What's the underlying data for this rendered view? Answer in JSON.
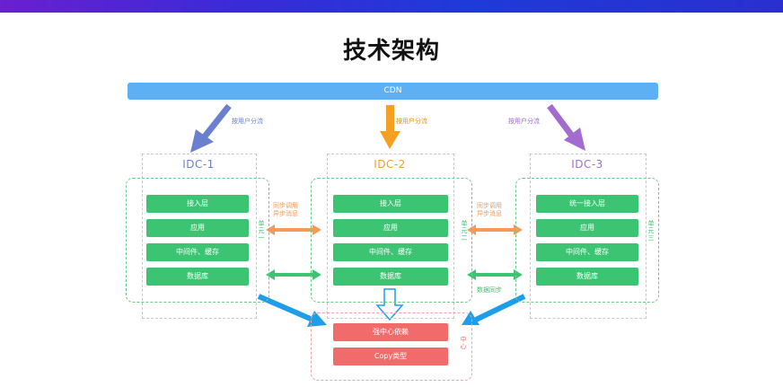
{
  "title": "技术架构",
  "cdn": "CDN",
  "idcs": [
    {
      "label": "IDC-1",
      "label_color": "#6a7fd0"
    },
    {
      "label": "IDC-2",
      "label_color": "#f0a020"
    },
    {
      "label": "IDC-3",
      "label_color": "#a36ad0"
    }
  ],
  "split_labels": [
    "按用户分流",
    "按用户分流",
    "按用户分流"
  ],
  "layers": {
    "idc1": [
      "接入层",
      "应用",
      "中间件、缓存",
      "数据库"
    ],
    "idc2": [
      "接入层",
      "应用",
      "中间件、缓存",
      "数据库"
    ],
    "idc3": [
      "统一接入层",
      "应用",
      "中间件、缓存",
      "数据库"
    ]
  },
  "units": [
    "单元一",
    "单元二",
    "单元三"
  ],
  "sync_labels": {
    "left": [
      "同步调用",
      "异步消息"
    ],
    "right": [
      "同步调用",
      "异步消息"
    ],
    "data": "数据同步"
  },
  "center": {
    "label": "中心",
    "items": [
      "强中心依赖",
      "Copy类型"
    ]
  },
  "colors": {
    "idc1_arrow": "#6a7fd0",
    "idc2_arrow": "#f5a020",
    "idc3_arrow": "#a36ad0",
    "sync_arrow": "#f59a5a",
    "data_arrow": "#3cc472",
    "center_arrow": "#1e9ee8",
    "layer_green": "#3cc472",
    "center_red": "#f26b6b"
  }
}
